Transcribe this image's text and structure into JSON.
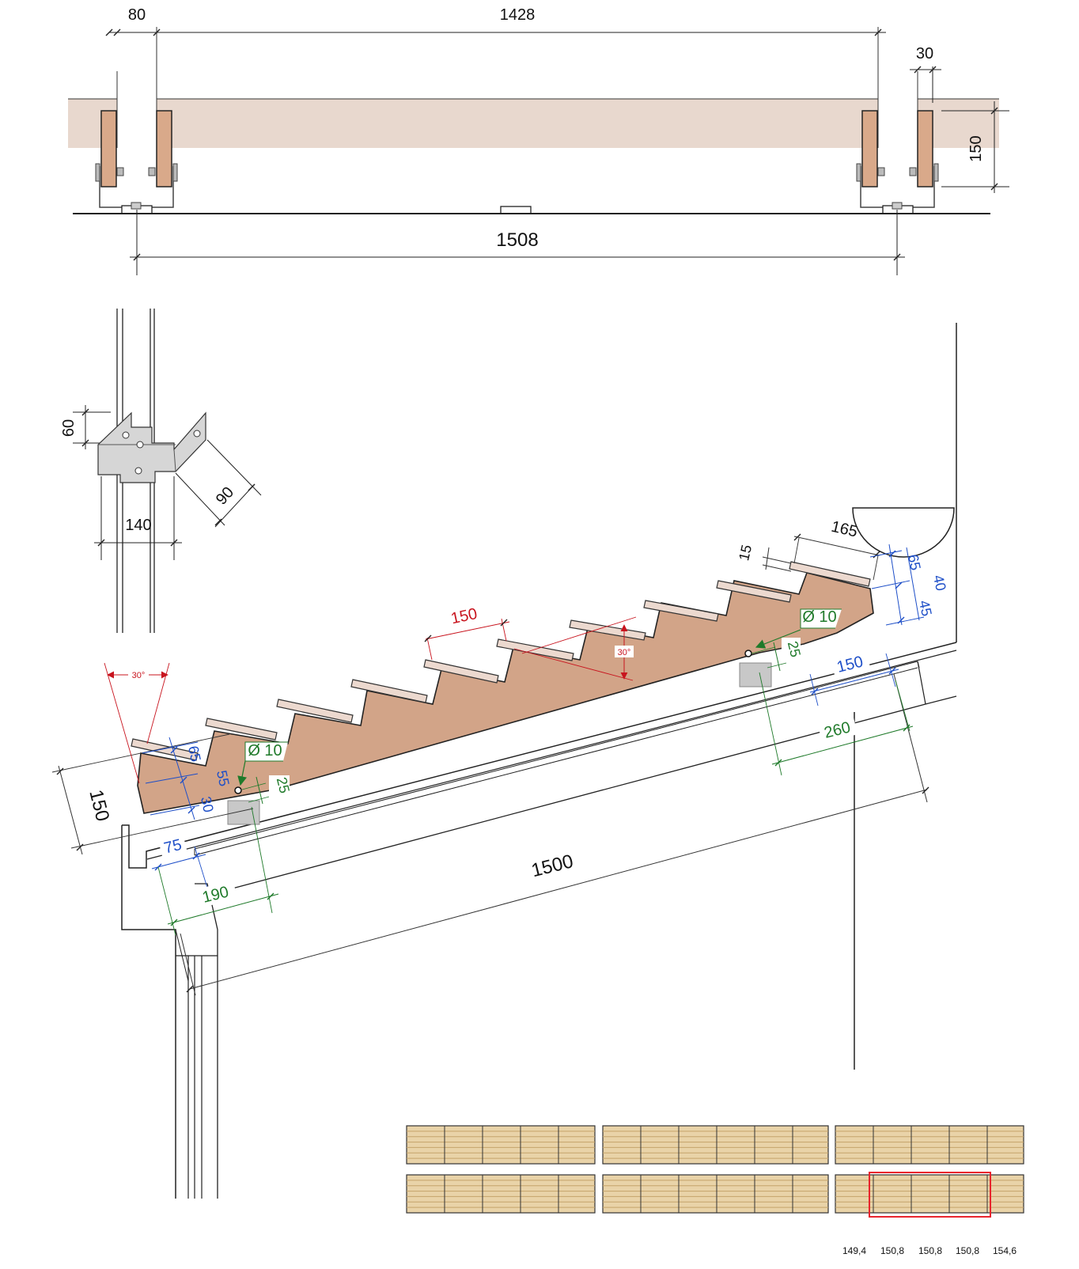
{
  "colors": {
    "wood_light": "#e8d8ce",
    "wood_mid": "#d9a98a",
    "stringer": "#d2a488",
    "tread": "#ecd9cf",
    "line": "#1a1a1a",
    "dim_black": "#222222",
    "dim_blue": "#1e4fc8",
    "dim_green": "#1f7a2a",
    "dim_red": "#c8141e",
    "plank": "#e9d3a8",
    "plank_line": "#c4a36a",
    "grey_block": "#c8c8c8",
    "highlight": "#e8242c"
  },
  "plan_view": {
    "dim_top_left": "80",
    "dim_top_span": "1428",
    "dim_top_right": "30",
    "dim_height": "150",
    "dim_bottom": "1508"
  },
  "bracket_detail": {
    "dim_height": "60",
    "dim_width": "140",
    "dim_depth": "90"
  },
  "section_view": {
    "dim_stringer_depth": "150",
    "dim_riser_red": "150",
    "angle_left": "30°",
    "angle_mid": "30°",
    "dim_tread_len": "165",
    "dim_tread_thk": "15",
    "dim_right_65": "65",
    "dim_right_40": "40",
    "dim_right_45": "45",
    "hole_right": "Ø 10",
    "edge_right": "25",
    "dim_150_blue": "150",
    "dim_260": "260",
    "dim_left_65": "65",
    "hole_left": "Ø 10",
    "dim_left_55": "55",
    "edge_left": "25",
    "dim_left_30": "30",
    "dim_75": "75",
    "dim_190": "190",
    "dim_total": "1500"
  },
  "deck_layout": {
    "spacings": [
      "149,4",
      "150,8",
      "150,8",
      "150,8",
      "154,6"
    ]
  }
}
